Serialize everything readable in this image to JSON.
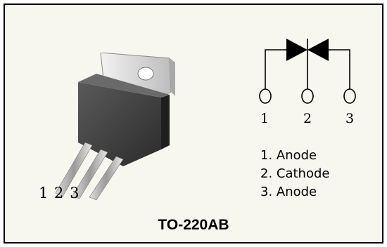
{
  "pin_numbers_text": "1 2 3",
  "schematic": {
    "pins": [
      "1",
      "2",
      "3"
    ]
  },
  "legend": [
    {
      "label": "1. Anode"
    },
    {
      "label": "2. Cathode"
    },
    {
      "label": "3. Anode"
    }
  ],
  "package_name": "TO-220AB",
  "colors": {
    "background": "#f7f6ef",
    "border": "#000000",
    "body": "#3a3a3a",
    "tab": "#e6e6e6"
  }
}
